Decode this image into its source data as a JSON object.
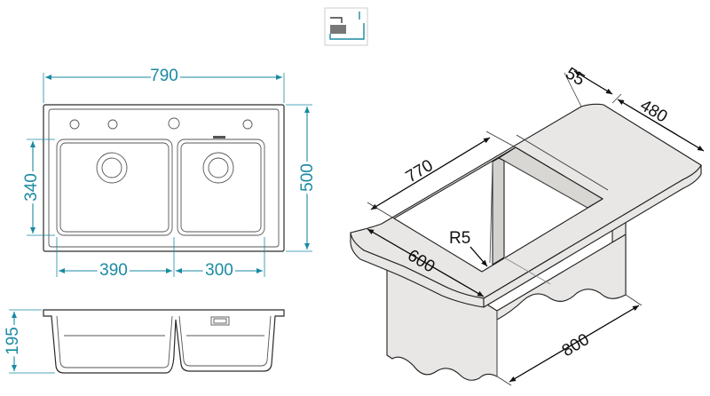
{
  "icon": {
    "name": "undermount-installation-icon"
  },
  "colors": {
    "dimension": "#1a8aa3",
    "line": "#2a2a2a",
    "counter_fill": "#e9e7e5"
  },
  "top_view": {
    "overall_width": "790",
    "overall_depth": "500",
    "bowl_depth": "340",
    "left_bowl_width": "390",
    "right_bowl_width": "300"
  },
  "side_view": {
    "height": "195"
  },
  "iso_view": {
    "depth_top": "55",
    "counter_depth": "480",
    "cutout_length": "770",
    "corner_radius": "R5",
    "cutout_depth": "600",
    "cabinet_width": "800"
  }
}
